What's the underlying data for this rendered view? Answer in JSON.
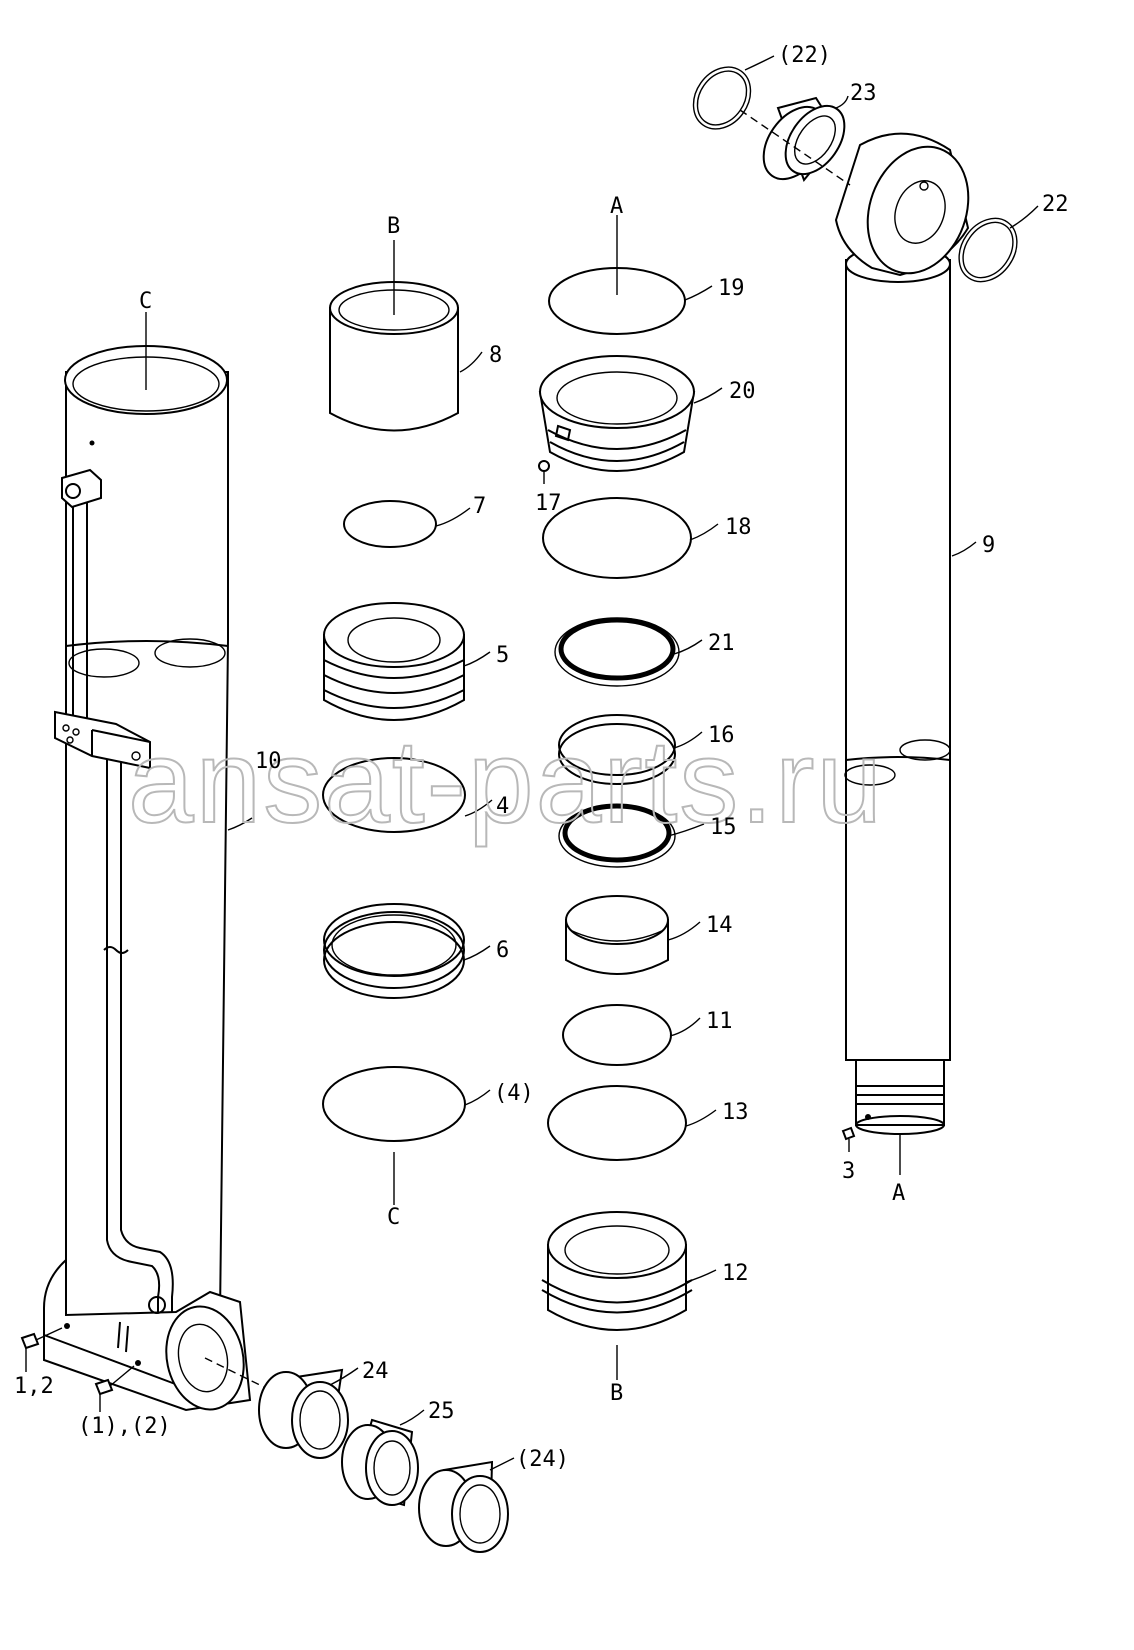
{
  "watermark": "ansat-parts.ru",
  "section_refs": {
    "b_top": "B",
    "a_top": "A",
    "c_top": "C",
    "c_bottom": "C",
    "a_bottom": "A",
    "b_bottom": "B"
  },
  "callouts": {
    "p1_2": "1,2",
    "p1_2_paren": "(1),(2)",
    "p3": "3",
    "p4": "4",
    "p4_paren": "(4)",
    "p5": "5",
    "p6": "6",
    "p7": "7",
    "p8": "8",
    "p9": "9",
    "p10": "10",
    "p11": "11",
    "p12": "12",
    "p13": "13",
    "p14": "14",
    "p15": "15",
    "p16": "16",
    "p17": "17",
    "p18": "18",
    "p19": "19",
    "p20": "20",
    "p21": "21",
    "p22": "22",
    "p22_paren": "(22)",
    "p23": "23",
    "p24": "24",
    "p24_paren": "(24)",
    "p25": "25"
  }
}
